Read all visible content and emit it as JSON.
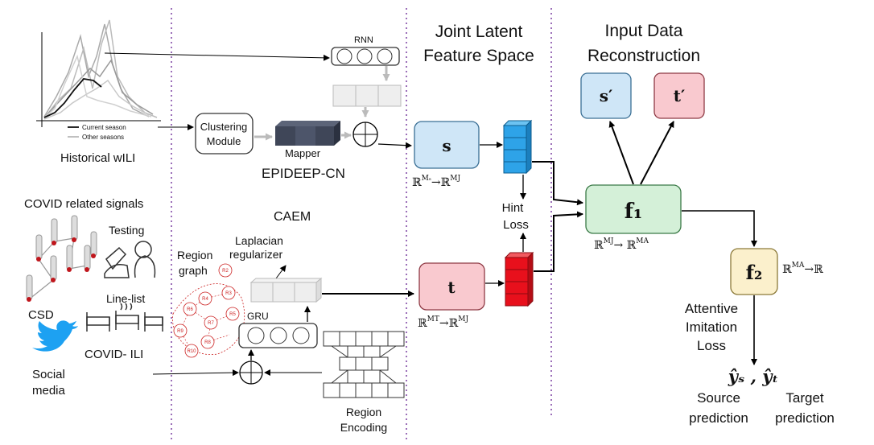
{
  "left": {
    "historical_label": "Historical wILI",
    "legend_current": "Current season",
    "legend_other": "Other seasons",
    "rnn_label": "RNN",
    "clustering_line1": "Clustering",
    "clustering_line2": "Module",
    "mapper_label": "Mapper",
    "epideep_label": "EPIDEEP-CN",
    "covid_signals": "COVID related signals",
    "testing": "Testing",
    "csd": "CSD",
    "line_list": "Line-list",
    "covid_ili": "COVID- ILI",
    "social1": "Social",
    "social2": "media",
    "caem": "CAEM",
    "laplacian1": "Laplacian",
    "laplacian2": "regularizer",
    "region1": "Region",
    "region2": "graph",
    "gru": "GRU",
    "region_enc1": "Region",
    "region_enc2": "Encoding",
    "graph_nodes": [
      "R2",
      "R4",
      "R3",
      "R6",
      "R5",
      "R7",
      "R8",
      "R9",
      "R10"
    ]
  },
  "joint": {
    "title1": "Joint Latent",
    "title2": "Feature Space",
    "s": "s",
    "t": "t",
    "s_map": "ℝ^{M_s}→ℝ^{M_J}",
    "s_map_base": "ℝ",
    "s_map_sup1": "Mₛ",
    "s_map_arrow": "→ℝ",
    "s_map_sup2": "MJ",
    "t_map_base": "ℝ",
    "t_map_sup1": "MT",
    "t_map_arrow": "→ℝ",
    "t_map_sup2": "MJ",
    "hint1": "Hint",
    "hint2": "Loss"
  },
  "recon": {
    "title1": "Input Data",
    "title2": "Reconstruction",
    "s_prime": "s′",
    "t_prime": "t′"
  },
  "right": {
    "f1": "f₁",
    "f1_map_base": "ℝ",
    "f1_map_sup1": "MJ",
    "f1_map_arrow": "→ ℝ",
    "f1_map_sup2": "MA",
    "f2": "f₂",
    "f2_map_base": "ℝ",
    "f2_map_sup": "MA",
    "f2_map_arrow": "→ℝ",
    "attentive1": "Attentive",
    "attentive2": "Imitation",
    "attentive3": "Loss",
    "outputs": "ŷₛ , ŷₜ",
    "source1": "Source",
    "source2": "prediction",
    "target1": "Target",
    "target2": "prediction"
  },
  "colors": {
    "s_box": "#cfe6f7",
    "t_box": "#f9c9cf",
    "f1_box": "#d4f0d8",
    "f2_box": "#fbf0cc",
    "blue_stack": "#2ea3e8",
    "red_stack": "#e8101c",
    "mapper": "#3f4658",
    "divider": "#7a3fa0"
  }
}
